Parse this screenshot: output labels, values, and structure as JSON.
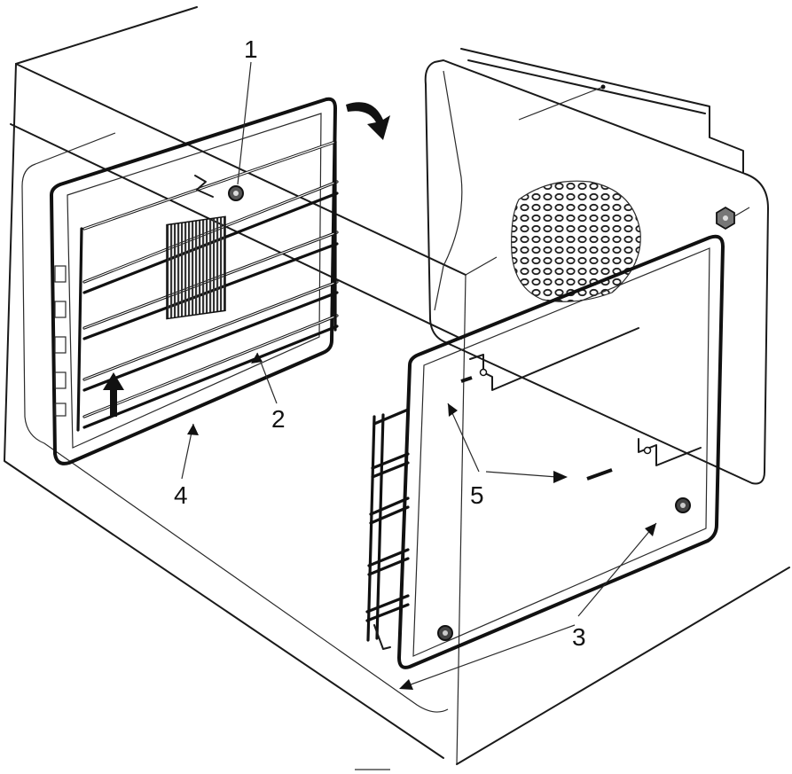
{
  "diagram": {
    "callouts": [
      {
        "id": "1",
        "label": "1"
      },
      {
        "id": "2",
        "label": "2"
      },
      {
        "id": "3",
        "label": "3"
      },
      {
        "id": "4",
        "label": "4"
      },
      {
        "id": "5",
        "label": "5"
      }
    ],
    "colors": {
      "line": "#1a1a1a",
      "background": "#ffffff",
      "perforation": "#222222"
    },
    "icons": [
      "rotate-arrow-icon",
      "up-arrow-icon"
    ]
  }
}
